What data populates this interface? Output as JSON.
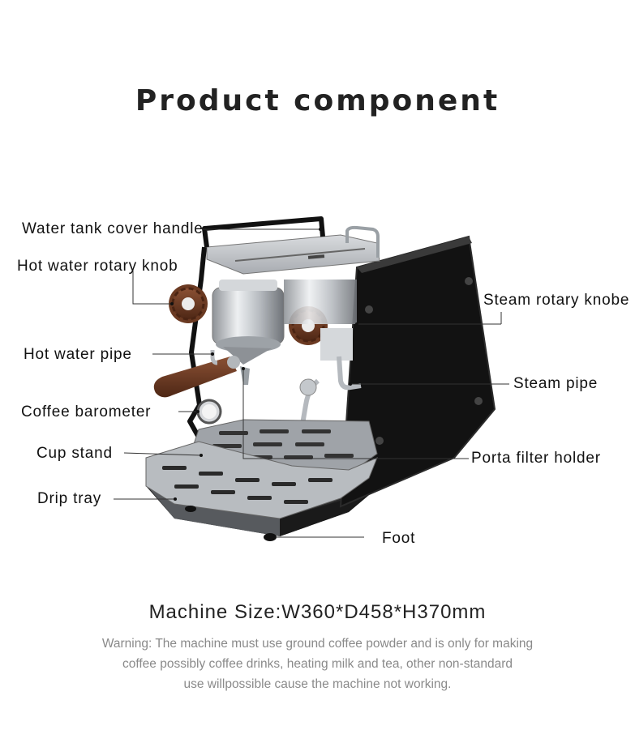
{
  "page": {
    "title": "Product component"
  },
  "labels": {
    "water_tank_cover_handle": "Water tank cover handle",
    "hot_water_rotary_knob": "Hot water rotary knob",
    "steam_rotary_knobe": "Steam rotary knobe",
    "hot_water_pipe": "Hot water pipe",
    "steam_pipe": "Steam pipe",
    "coffee_barometer": "Coffee barometer",
    "cup_stand": "Cup stand",
    "porta_filter_holder": "Porta filter holder",
    "drip_tray": "Drip tray",
    "foot": "Foot"
  },
  "specs": {
    "machine_size": "Machine Size:W360*D458*H370mm"
  },
  "warning": {
    "line1": "Warning: The machine must use ground coffee powder and is only for making",
    "line2": "coffee possibly coffee drinks, heating milk and tea, other non-standard",
    "line3": "use willpossible cause the machine not working."
  },
  "colors": {
    "body_black": "#141414",
    "steel": "#c9ccd0",
    "wood": "#6b3a22",
    "leader_line": "#333333",
    "warning_text": "#8a8a8a"
  }
}
